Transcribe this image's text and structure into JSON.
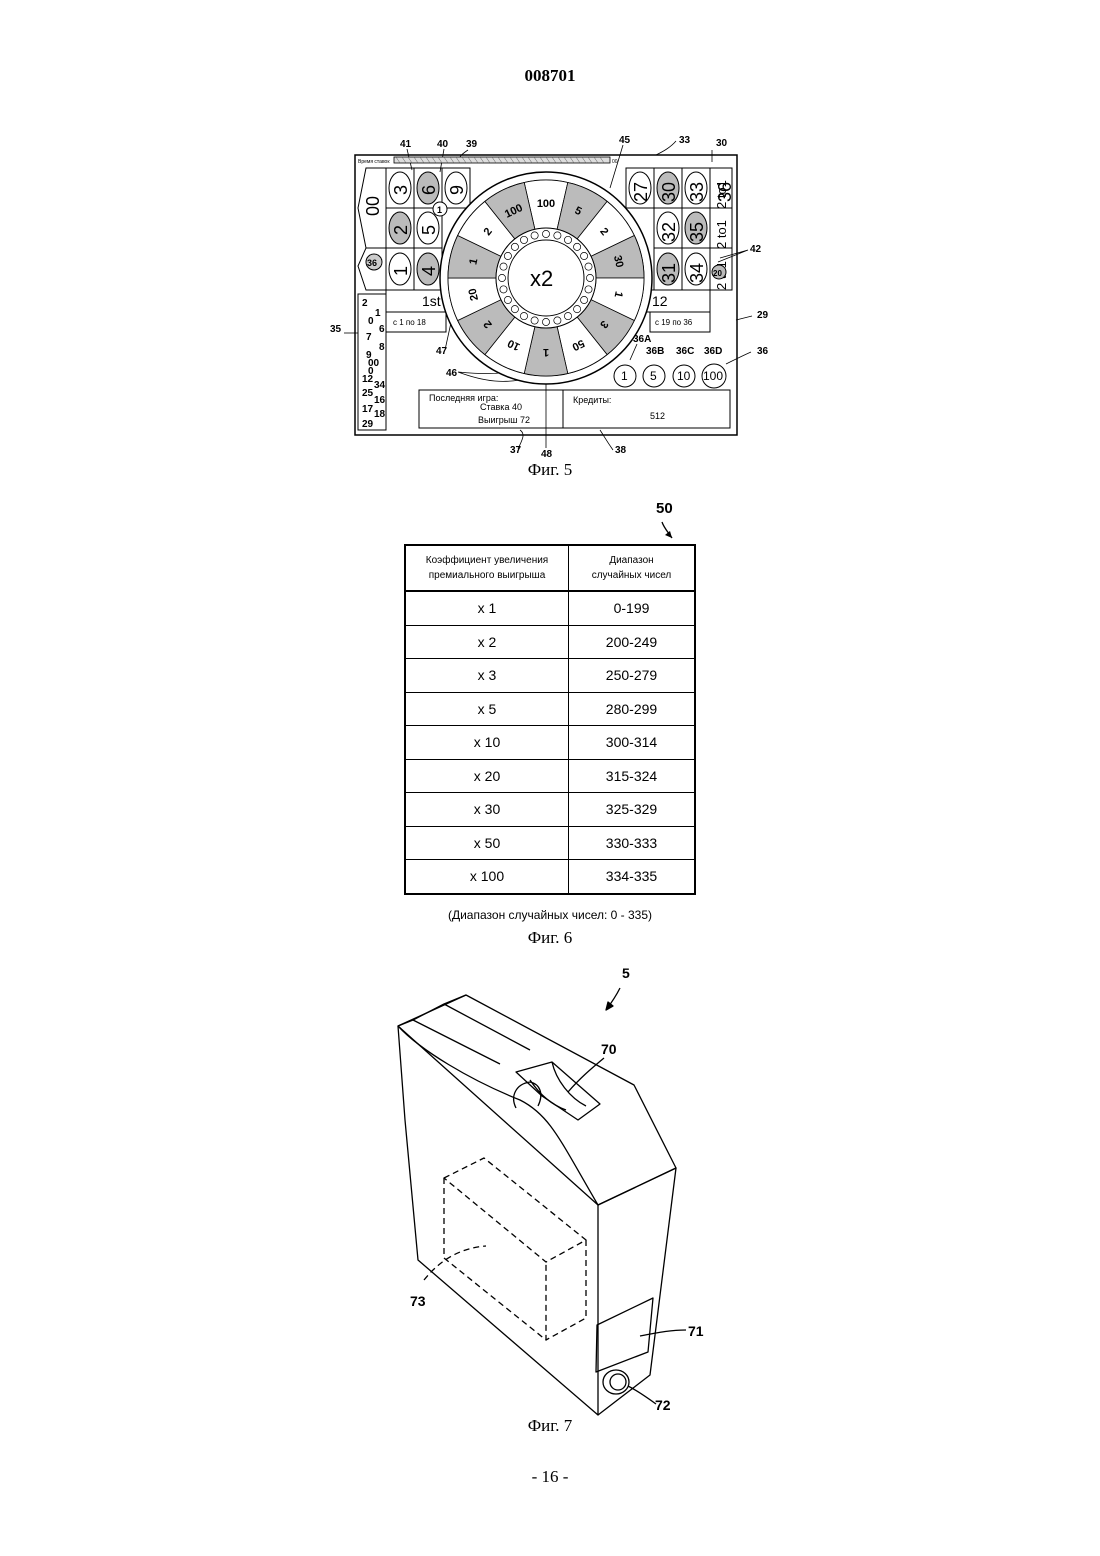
{
  "header": {
    "doc_number": "008701"
  },
  "figure5": {
    "caption": "Фиг. 5",
    "bet_time_label": "Время ставок",
    "bet_time_value": "00",
    "refs": [
      "41",
      "40",
      "39",
      "45",
      "33",
      "30",
      "42",
      "29",
      "35",
      "47",
      "46",
      "48",
      "37",
      "38",
      "36",
      "36A",
      "36B",
      "36C",
      "36D"
    ],
    "board_numbers": [
      "00",
      "3",
      "6",
      "9",
      "27",
      "30",
      "33",
      "36",
      "5",
      "2",
      "32",
      "35",
      "36",
      "1",
      "4",
      "31",
      "34",
      "1",
      "20"
    ],
    "column_bets": [
      "2 to1",
      "2 to1",
      "2 to1"
    ],
    "dozen_labels": [
      "1st",
      "12"
    ],
    "range_left": "с 1 по 18",
    "range_right": "с 19 по 36",
    "multiplier_display": "x2",
    "wheel_segments": [
      "100",
      "5",
      "2",
      "30",
      "1",
      "3",
      "50",
      "1",
      "10",
      "2",
      "20",
      "1",
      "2"
    ],
    "history": [
      "2",
      "1",
      "0",
      "6",
      "7",
      "8",
      "9",
      "00",
      "0",
      "12",
      "34",
      "25",
      "16",
      "17",
      "18",
      "29"
    ],
    "chips": [
      "1",
      "5",
      "10",
      "100"
    ],
    "last_game": {
      "title": "Последняя игра:",
      "bet": "Ставка 40",
      "win": "Выигрыш 72"
    },
    "credits": {
      "title": "Кредиты:",
      "value": "512"
    }
  },
  "figure6": {
    "caption": "Фиг. 6",
    "ref": "50",
    "table": {
      "headers": [
        "Коэффициент увеличения премиального выигрыша",
        "Диапазон случайных чисел"
      ],
      "rows": [
        [
          "x 1",
          "0-199"
        ],
        [
          "x 2",
          "200-249"
        ],
        [
          "x 3",
          "250-279"
        ],
        [
          "x 5",
          "280-299"
        ],
        [
          "x 10",
          "300-314"
        ],
        [
          "x 20",
          "315-324"
        ],
        [
          "x 30",
          "325-329"
        ],
        [
          "x 50",
          "330-333"
        ],
        [
          "x 100",
          "334-335"
        ]
      ]
    },
    "note": "(Диапазон   случайных чисел: 0 - 335)"
  },
  "figure7": {
    "caption": "Фиг. 7",
    "refs": [
      "5",
      "70",
      "71",
      "72",
      "73"
    ]
  },
  "footer": {
    "page_number": "- 16 -"
  }
}
